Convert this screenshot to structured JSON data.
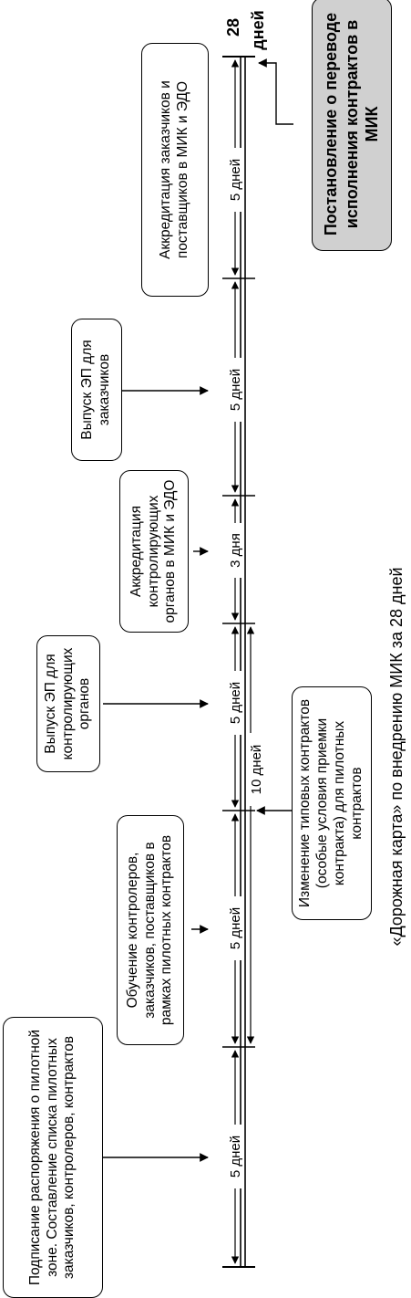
{
  "diagram": {
    "caption": "«Дорожная карта» по внедрению МИК за 28 дней",
    "end_number": "28",
    "end_unit": "дней",
    "final_event": "Постановление о переводе исполнения контрактов в МИК",
    "tasks": [
      {
        "text": "Подписание распоряжения о пилотной зоне. Составление списка пилотных заказчиков, контролеров, контрактов",
        "duration": "5 дней"
      },
      {
        "text": "Обучение контролеров, заказчиков, поставщиков в рамках пилотных контрактов",
        "duration": "5 дней"
      },
      {
        "text": "Выпуск ЭП для контролирующих органов",
        "duration": "5 дней"
      },
      {
        "text": "Аккредитация контролирующих органов в МИК и ЭДО",
        "duration": "3 дня"
      },
      {
        "text": "Выпуск ЭП для заказчиков",
        "duration": "5 дней"
      },
      {
        "text": "Аккредитация заказчиков и поставщиков в МИК и ЭДО",
        "duration": "5 дней"
      }
    ],
    "parallel_task": {
      "text": "Изменение типовых контрактов (особые условия приемки контракта) для пилотных контрактов",
      "duration": "10 дней"
    }
  }
}
